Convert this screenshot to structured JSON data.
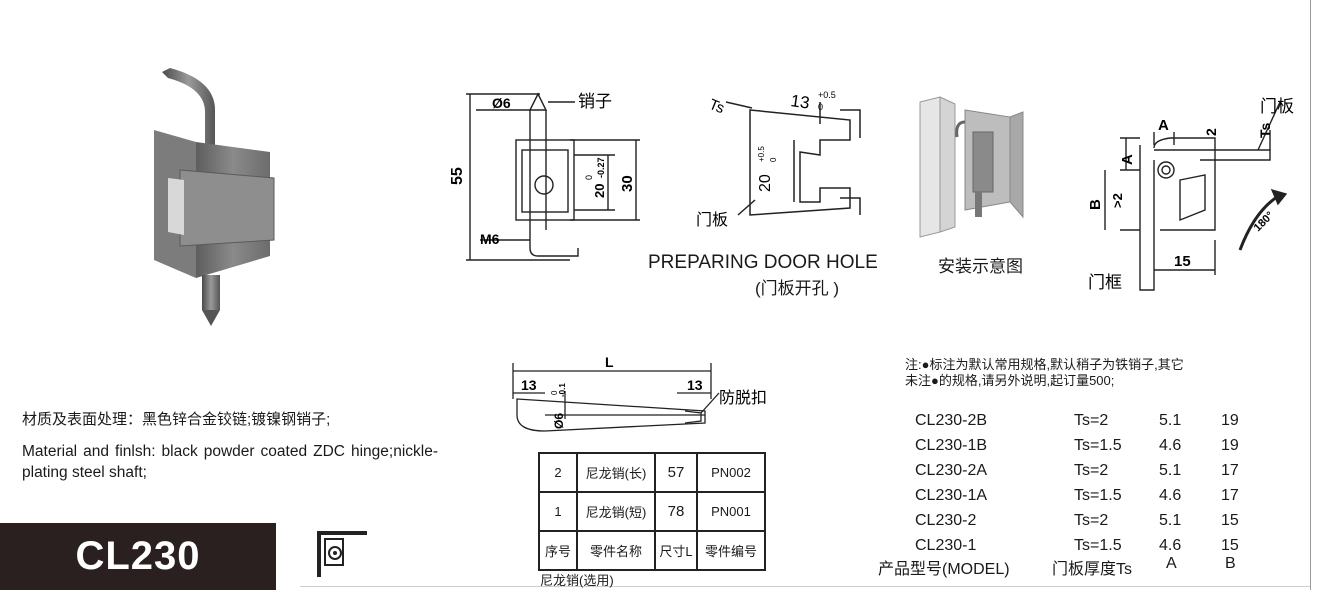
{
  "labels": {
    "pin": "销子",
    "dia6": "Ø6",
    "dim55": "55",
    "dim30": "30",
    "tol_main": "20",
    "tol_upper": "0",
    "tol_lower": "-0.27",
    "m6": "M6",
    "ts": "Ts",
    "dim13": "13",
    "dim13_tol": "+0.5",
    "dim13_tol2": "0",
    "dim20": "20",
    "dim20_tol": "+0.5",
    "dim20_tol2": "0",
    "door_panel": "门板",
    "door_frame": "门框",
    "dimA": "A",
    "dimB": "B",
    "dim2": "2",
    "dim_gt2": ">2",
    "dim15": "15",
    "angle": "180°",
    "preparing": "PREPARING DOOR HOLE",
    "install_diagram": "安装示意图",
    "door_hole": "(门板开孔 )",
    "L": "L",
    "dim13a": "13",
    "dim13b": "13",
    "dia6_pin": "Ø6",
    "dia6_tol_upper": "0",
    "dia6_tol_lower": "-0.1",
    "anti_drop": "防脱扣"
  },
  "material": {
    "cn": "材质及表面处理：黑色锌合金铰链;镀镍钢销子;",
    "en": "Material and finlsh: black powder coated ZDC hinge;nickle-plating steel shaft;"
  },
  "model": "CL230",
  "note": {
    "line1": "注:●标注为默认常用规格,默认稍子为铁销子,其它",
    "line2": "未注●的规格,请另外说明,起订量500;"
  },
  "parts_table": [
    {
      "seq": "2",
      "name": "尼龙销(长)",
      "length": "57",
      "code": "PN002"
    },
    {
      "seq": "1",
      "name": "尼龙销(短)",
      "length": "78",
      "code": "PN001"
    },
    {
      "seq": "序号",
      "name": "零件名称",
      "length": "尺寸L",
      "code": "零件编号"
    }
  ],
  "optional_note": "尼龙销(选用)",
  "specs": [
    {
      "model": "CL230-2B",
      "ts": "Ts=2",
      "a": "5.1",
      "b": "19"
    },
    {
      "model": "CL230-1B",
      "ts": "Ts=1.5",
      "a": "4.6",
      "b": "19"
    },
    {
      "model": "CL230-2A",
      "ts": "Ts=2",
      "a": "5.1",
      "b": "17"
    },
    {
      "model": "CL230-1A",
      "ts": "Ts=1.5",
      "a": "4.6",
      "b": "17"
    },
    {
      "model": "CL230-2",
      "ts": "Ts=2",
      "a": "5.1",
      "b": "15"
    },
    {
      "model": "CL230-1",
      "ts": "Ts=1.5",
      "a": "4.6",
      "b": "15"
    }
  ],
  "spec_headers": {
    "model": "产品型号(MODEL)",
    "ts": "门板厚度Ts",
    "a": "A",
    "b": "B"
  }
}
